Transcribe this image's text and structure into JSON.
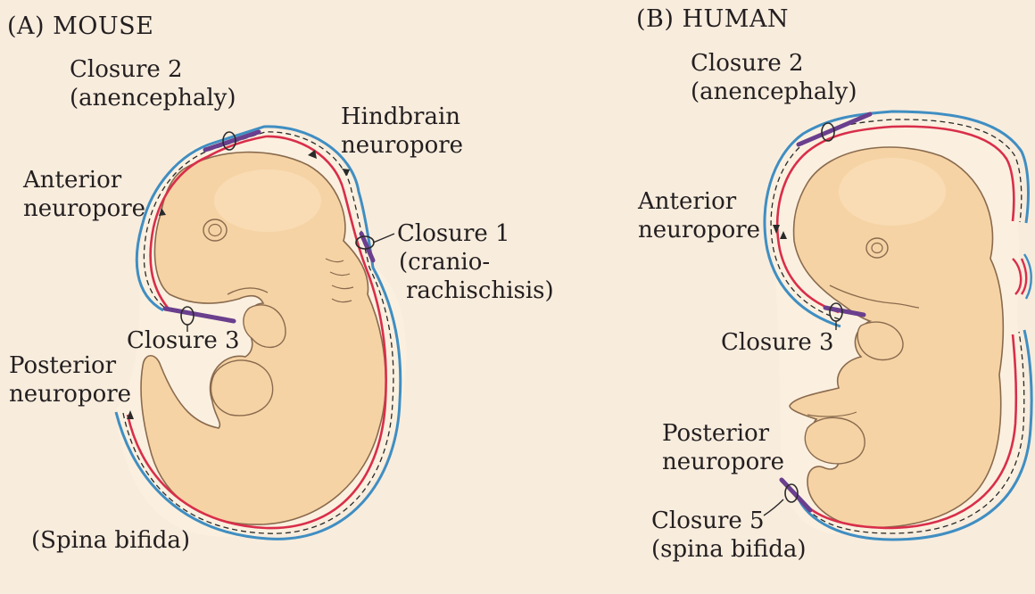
{
  "panels": {
    "mouse": {
      "title": "(A)  MOUSE",
      "labels": {
        "closure2": [
          "Closure 2",
          "(anencephaly)"
        ],
        "hindbrain": [
          "Hindbrain",
          "neuropore"
        ],
        "anterior": [
          "Anterior",
          "neuropore"
        ],
        "closure1": [
          "Closure 1",
          "(cranio-",
          "rachischisis)"
        ],
        "closure3": [
          "Closure 3"
        ],
        "posterior": [
          "Posterior",
          "neuropore"
        ],
        "spina": [
          "(Spina bifida)"
        ]
      }
    },
    "human": {
      "title": "(B)  HUMAN",
      "labels": {
        "closure2": [
          "Closure 2",
          "(anencephaly)"
        ],
        "anterior": [
          "Anterior",
          "neuropore"
        ],
        "closure3": [
          "Closure 3"
        ],
        "posterior": [
          "Posterior",
          "neuropore"
        ],
        "closure5": [
          "Closure 5",
          "(spina bifida)"
        ]
      }
    }
  },
  "colors": {
    "background": "#f8ecdd",
    "embryo_fill": "#f5d3a4",
    "embryo_outline": "#8a6a4e",
    "surface_ectoderm": "#3f8ec2",
    "neural_fold": "#d92e4a",
    "closure_site": "#6a3f8e"
  }
}
